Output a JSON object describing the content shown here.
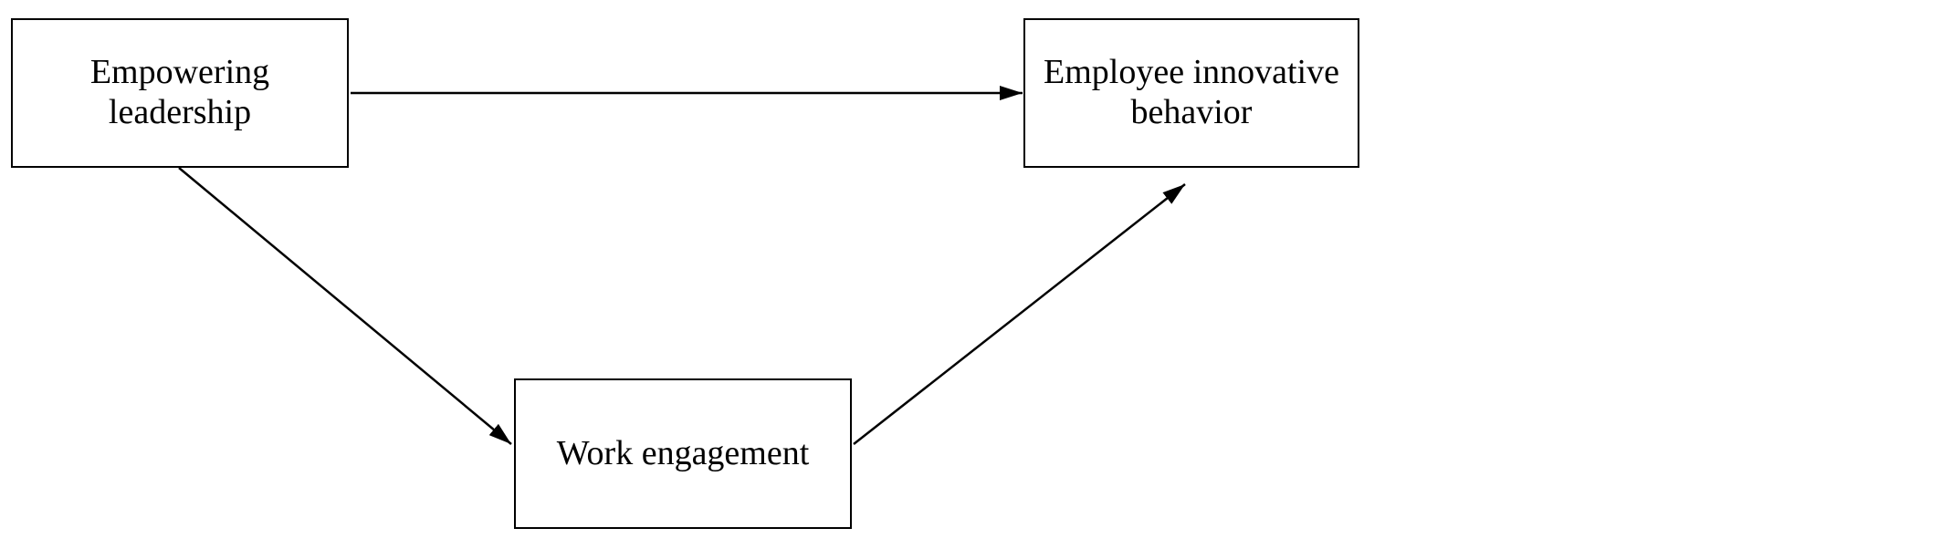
{
  "diagram": {
    "type": "mediation-model",
    "background_color": "#ffffff",
    "box_border_color": "#000000",
    "arrow_color": "#000000",
    "text_color": "#000000",
    "nodes": [
      {
        "id": "empowering-leadership",
        "label": "Empowering\nleadership"
      },
      {
        "id": "employee-innovative-behavior",
        "label": "Employee innovative\nbehavior"
      },
      {
        "id": "work-engagement",
        "label": "Work engagement"
      }
    ],
    "edges": [
      {
        "from": "empowering-leadership",
        "to": "employee-innovative-behavior",
        "style": "straight-arrow"
      },
      {
        "from": "empowering-leadership",
        "to": "work-engagement",
        "style": "straight-arrow"
      },
      {
        "from": "work-engagement",
        "to": "employee-innovative-behavior",
        "style": "straight-arrow"
      }
    ]
  }
}
